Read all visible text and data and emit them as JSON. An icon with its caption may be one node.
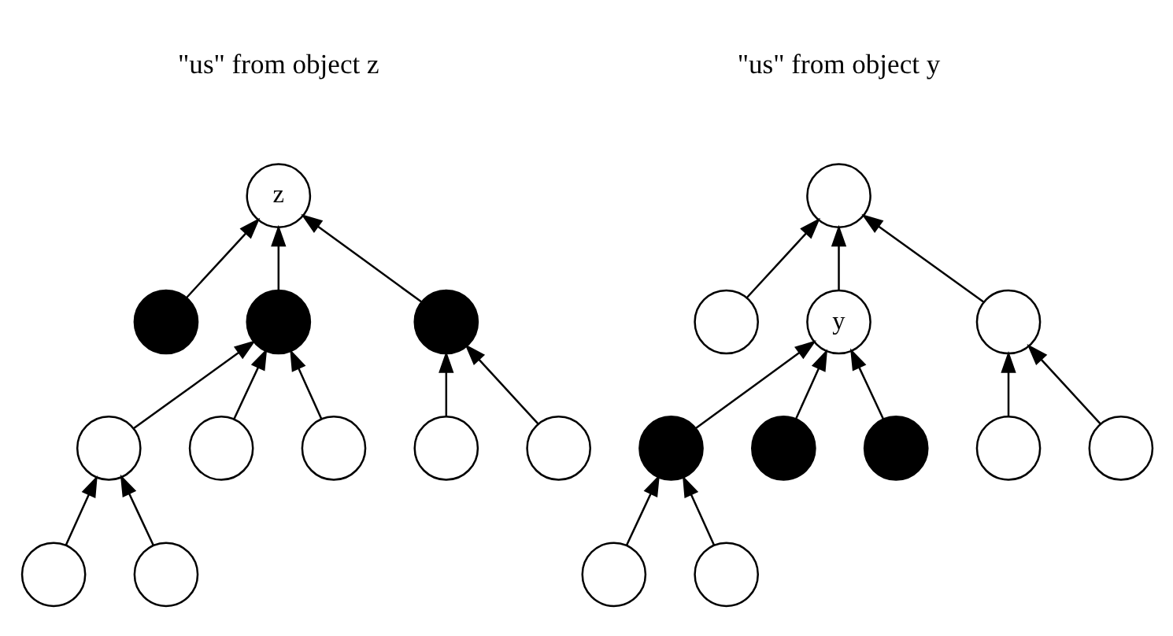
{
  "diagram": {
    "nodes": [
      {
        "text": [
          "z"
        ]
      },
      {
        "text": [],
        "shape": "circle"
      },
      {
        "text": [],
        "shape": "circle"
      },
      {
        "text": [],
        "shape": "circle"
      },
      {
        "text": [],
        "shape": "circle"
      },
      {
        "text": [],
        "shape": "circle"
      },
      {
        "text": [],
        "shape": "circle"
      },
      {
        "text": [],
        "shape": "circle"
      },
      {
        "text": [],
        "shape": "circle"
      },
      {
        "text": [],
        "shape": "circle"
      },
      {
        "text": [],
        "shape": "circle"
      },
      {
        "text": [],
        "shape": "circle"
      },
      {
        "text": [],
        "shape": "circle"
      },
      {
        "text": [
          "y"
        ]
      },
      {
        "text": [],
        "shape": "circle"
      },
      {
        "text": [],
        "shape": "circle"
      },
      {
        "text": [],
        "shape": "circle"
      },
      {
        "text": [],
        "shape": "circle"
      },
      {
        "text": [],
        "shape": "circle"
      },
      {
        "text": [],
        "shape": "circle"
      },
      {
        "text": [],
        "shape": "circle"
      },
      {
        "text": [],
        "shape": "circle"
      }
    ],
    "edges": [
      {
        "from": 1,
        "to": 0,
        "arrow": "to"
      },
      {
        "from": 2,
        "to": 0,
        "arrow": "to"
      },
      {
        "from": 3,
        "to": 0,
        "arrow": "to"
      },
      {
        "from": 4,
        "to": 2,
        "arrow": "to"
      },
      {
        "from": 5,
        "to": 2,
        "arrow": "to"
      },
      {
        "from": 6,
        "to": 2,
        "arrow": "to"
      },
      {
        "from": 7,
        "to": 3,
        "arrow": "to"
      },
      {
        "from": 8,
        "to": 3,
        "arrow": "to"
      },
      {
        "from": 9,
        "to": 4,
        "arrow": "to"
      },
      {
        "from": 10,
        "to": 4,
        "arrow": "to"
      },
      {
        "from": 12,
        "to": 11,
        "arrow": "to"
      },
      {
        "from": 13,
        "to": 11,
        "arrow": "to"
      },
      {
        "from": 14,
        "to": 11,
        "arrow": "to"
      },
      {
        "from": 15,
        "to": 13,
        "arrow": "to"
      },
      {
        "from": 16,
        "to": 13,
        "arrow": "to"
      },
      {
        "from": 17,
        "to": 13,
        "arrow": "to"
      },
      {
        "from": 18,
        "to": 14,
        "arrow": "to"
      },
      {
        "from": 19,
        "to": 14,
        "arrow": "to"
      },
      {
        "from": 20,
        "to": 15,
        "arrow": "to"
      },
      {
        "from": 21,
        "to": 15,
        "arrow": "to"
      }
    ],
    "labels": [
      "\"us\" from object z",
      "\"us\" from object y"
    ]
  }
}
